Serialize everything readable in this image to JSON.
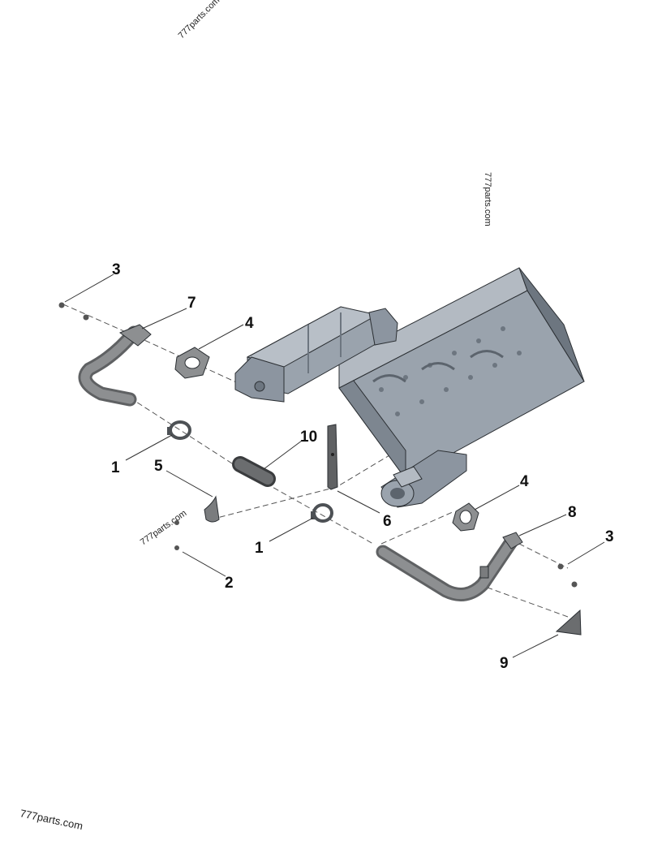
{
  "watermarks": [
    "777parts.com",
    "777parts.com",
    "777parts.com",
    "777parts.com"
  ],
  "callouts": {
    "c3a": "3",
    "c7": "7",
    "c4a": "4",
    "c10": "10",
    "c1a": "1",
    "c5": "5",
    "c6": "6",
    "c4b": "4",
    "c8": "8",
    "c3b": "3",
    "c1b": "1",
    "c2": "2",
    "c9": "9"
  },
  "colors": {
    "steel": "#9aa3ad",
    "steel_dark": "#6d7680",
    "tube": "#8d8f91",
    "tube_dark": "#5f6163",
    "outline": "#2b2f33"
  }
}
